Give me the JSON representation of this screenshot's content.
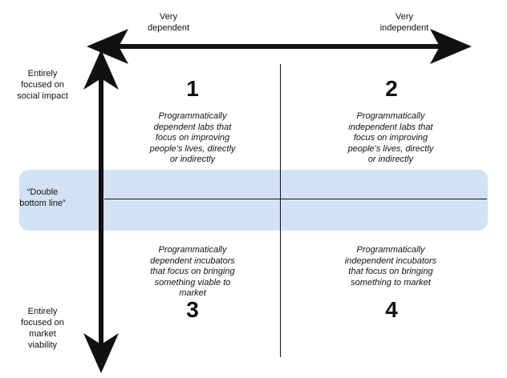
{
  "axis_top": {
    "left_label": "Very\ndependent",
    "right_label": "Very\nindependent"
  },
  "axis_left": {
    "top_label": "Entirely\nfocused on\nsocial impact",
    "middle_label": "“Double\nbottom line”",
    "bottom_label": "Entirely\nfocused on\nmarket\nviability"
  },
  "quadrants": [
    {
      "number": "1",
      "text": "Programmatically\ndependent labs that\nfocus on improving\npeople’s lives, directly\nor indirectly"
    },
    {
      "number": "2",
      "text": "Programmatically\nindependent labs that\nfocus on improving\npeople’s lives, directly\nor indirectly"
    },
    {
      "number": "3",
      "text": "Programmatically\ndependent incubators\nthat focus on bringing\nsomething viable to\nmarket"
    },
    {
      "number": "4",
      "text": "Programmatically\nindependent incubators\nthat focus on bringing\nsomething to market"
    }
  ],
  "colors": {
    "band": "#d3e1f4",
    "ink": "#111111"
  }
}
